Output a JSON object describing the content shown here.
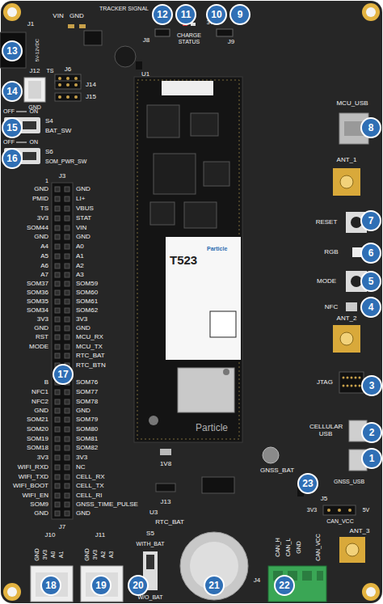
{
  "diagram": {
    "labels": [
      "GND",
      "PMID",
      "TS",
      "3V3",
      "SOM44",
      "GND",
      "A4",
      "A5",
      "A6",
      "A7",
      "SOM37",
      "SOM36",
      "SOM35",
      "SOM34",
      "3V3",
      "GND",
      "RST",
      "MODE",
      "GND",
      "LI+",
      "VBUS",
      "STAT",
      "VIN",
      "GND",
      "A0",
      "A1",
      "A2",
      "A3",
      "SOM59",
      "SOM60",
      "SOM61",
      "SOM62",
      "3V3",
      "GND",
      "MCU_RX",
      "MCU_TX",
      "RTC_BAT",
      "RTC_BTN",
      "B",
      "NFC1",
      "NFC2",
      "GND",
      "SOM21",
      "SOM20",
      "SOM19",
      "SOM18",
      "3V3",
      "WIFI_RXD",
      "WIFI_TXD",
      "WIFI_BOOT",
      "WIFI_EN",
      "SOM9",
      "GND",
      "SOM76",
      "SOM77",
      "SOM78",
      "GND",
      "SOM79",
      "SOM80",
      "SOM81",
      "SOM82",
      "3V3",
      "NC",
      "CELL_RX",
      "CELL_TX",
      "CELL_RI",
      "GNSS_TIME_PULSE",
      "GND",
      "J1",
      "VIN",
      "GND",
      "5V-12VDC",
      "J12",
      "TS",
      "J6",
      "J14",
      "J15",
      "GND",
      "TRACKER SIGNAL",
      "J8",
      "CHARGE STATUS",
      "3V3",
      "J9",
      "U1",
      "OFF",
      "ON",
      "S4",
      "BAT_SW",
      "OFF",
      "ON",
      "S6",
      "SOM_PWR_SW",
      "J3",
      "1",
      "MCU_USB",
      "ANT_1",
      "RESET",
      "RGB",
      "MODE",
      "NFC",
      "ANT_2",
      "JTAG",
      "CELLULAR USB",
      "GNSS_BAT",
      "GNSS_USB",
      "J5",
      "3V3",
      "5V",
      "CAN_VCC",
      "ANT_3",
      "J4",
      "CAN_H",
      "CAN_L",
      "GND",
      "CAN_VCC",
      "1V8",
      "J13",
      "U3",
      "RTC_BAT",
      "S5",
      "WITH_BAT",
      "W/O_BAT",
      "J10",
      "GND",
      "3V3",
      "A0",
      "A1",
      "J11",
      "GND",
      "3V3",
      "A2",
      "A3",
      "J7",
      "T523",
      "Particle",
      "Particle",
      "1",
      "2",
      "3",
      "4",
      "5",
      "6",
      "7",
      "8",
      "9",
      "10",
      "11",
      "12",
      "13",
      "14",
      "15",
      "16",
      "17",
      "18",
      "19",
      "20",
      "21",
      "22",
      "23"
    ]
  }
}
